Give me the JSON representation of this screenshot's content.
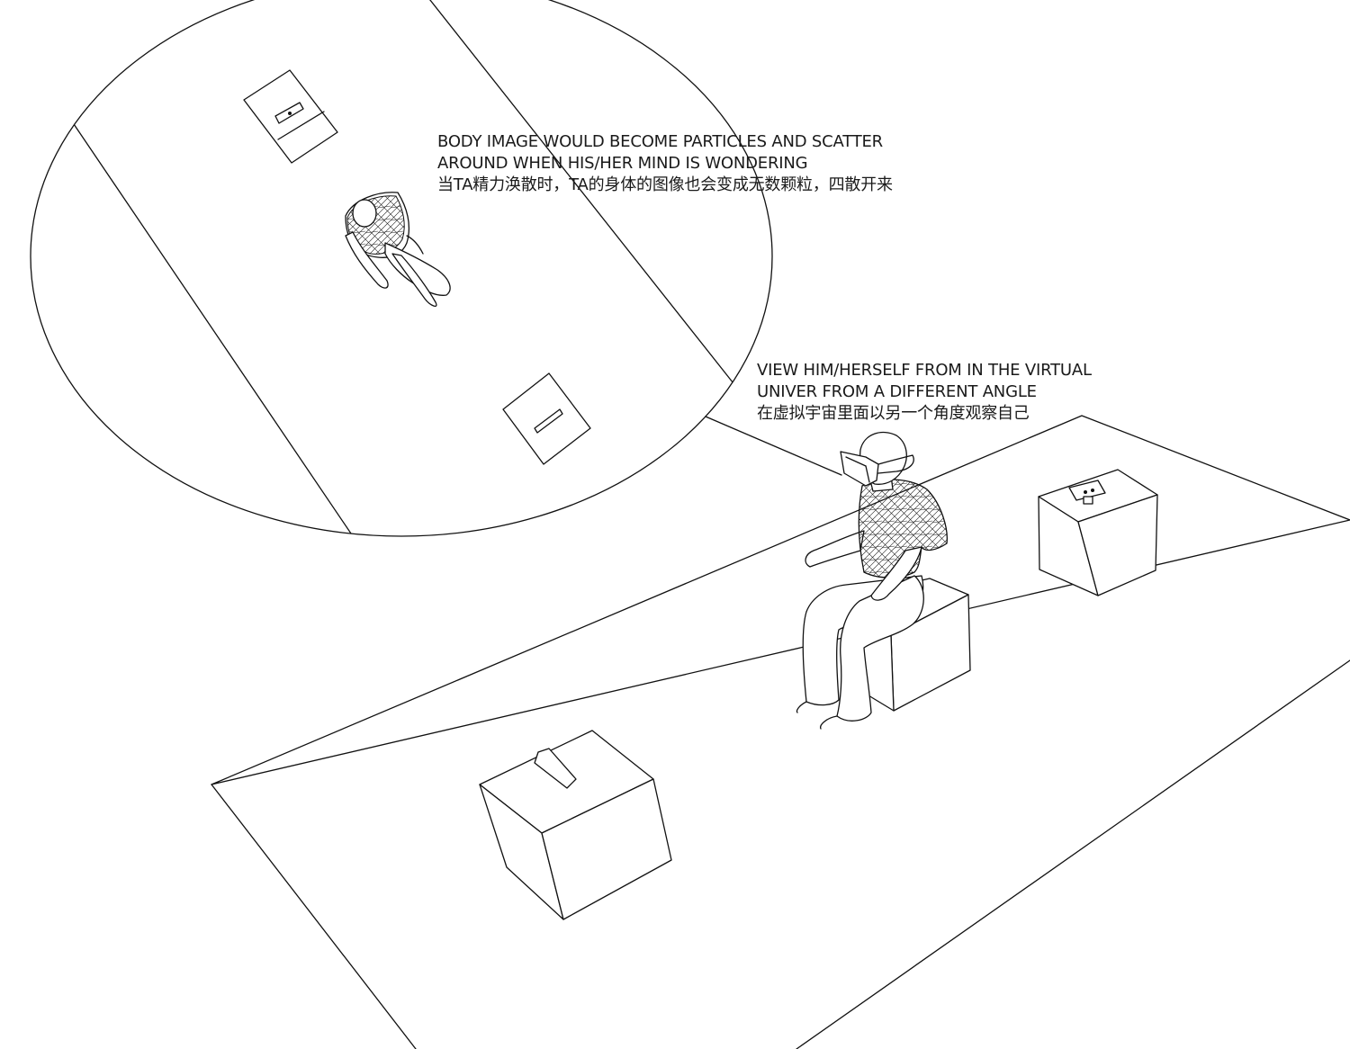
{
  "annotations": {
    "particles": {
      "line1": "BODY IMAGE WOULD BECOME PARTICLES AND SCATTER",
      "line2": "AROUND WHEN HIS/HER MIND IS WONDERING",
      "line3": "当TA精力涣散时，TA的身体的图像也会变成无数颗粒，四散开来"
    },
    "view": {
      "line1": "VIEW HIM/HERSELF FROM IN THE VIRTUAL",
      "line2": "UNIVER FROM A DIFFERENT ANGLE",
      "line3": "在虚拟宇宙里面以另一个角度观察自己"
    }
  },
  "figures": {
    "inset": "top-down view of person between two sensor boxes",
    "main": "person wearing VR headset seated on cube, two sensor boxes on floor"
  }
}
